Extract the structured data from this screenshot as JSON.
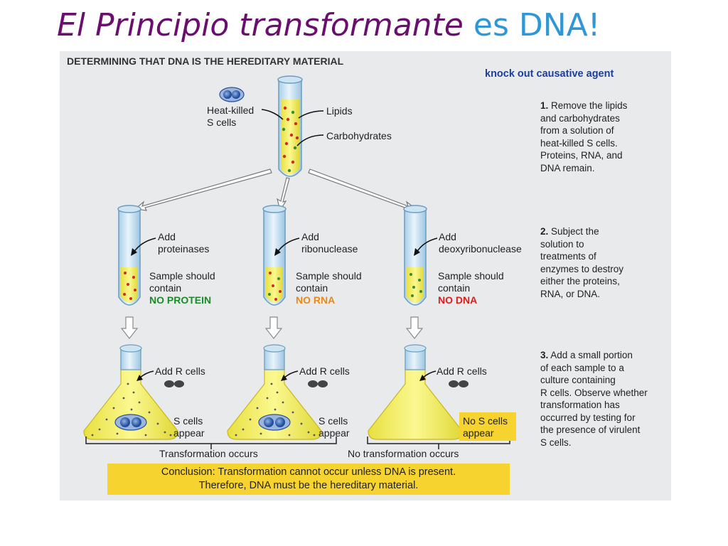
{
  "title": {
    "part1": "El Principio transformante",
    "part2": "es DNA!"
  },
  "figure": {
    "heading": "DETERMINING THAT DNA IS THE HEREDITARY MATERIAL",
    "annotation": "knock out causative agent",
    "top_tube": {
      "label_cells": [
        "Heat-killed",
        "S cells"
      ],
      "label_lipids": "Lipids",
      "label_carbs": "Carbohydrates"
    },
    "treatments": [
      {
        "add": [
          "Add",
          "proteinases"
        ],
        "sample": [
          "Sample should",
          "contain"
        ],
        "result": "NO PROTEIN"
      },
      {
        "add": [
          "Add",
          "ribonuclease"
        ],
        "sample": [
          "Sample should",
          "contain"
        ],
        "result": "NO RNA"
      },
      {
        "add": [
          "Add",
          "deoxyribonuclease"
        ],
        "sample": [
          "Sample should",
          "contain"
        ],
        "result": "NO DNA"
      }
    ],
    "flasks": [
      {
        "add": "Add R cells",
        "outcome": [
          "S cells",
          "appear"
        ]
      },
      {
        "add": "Add R cells",
        "outcome": [
          "S cells",
          "appear"
        ]
      },
      {
        "add": "Add R cells",
        "outcome": [
          "No S cells",
          "appear"
        ]
      }
    ],
    "bracket_left": "Transformation occurs",
    "bracket_right": "No transformation occurs",
    "steps": [
      {
        "num": "1.",
        "lines": [
          "Remove the lipids",
          "and carbohydrates",
          "from a solution of",
          "heat-killed S cells.",
          "Proteins, RNA, and",
          "DNA remain."
        ]
      },
      {
        "num": "2.",
        "lines": [
          "Subject the",
          "solution to",
          "treatments of",
          "enzymes to destroy",
          "either the proteins,",
          "RNA, or DNA."
        ]
      },
      {
        "num": "3.",
        "lines": [
          "Add a small portion",
          "of each sample to a",
          "culture containing",
          "R cells. Observe whether",
          "transformation has",
          "occurred by testing for",
          "the presence of virulent",
          "S cells."
        ]
      }
    ],
    "conclusion": [
      "Conclusion: Transformation cannot occur unless DNA is present.",
      "Therefore, DNA must be the hereditary material."
    ]
  }
}
